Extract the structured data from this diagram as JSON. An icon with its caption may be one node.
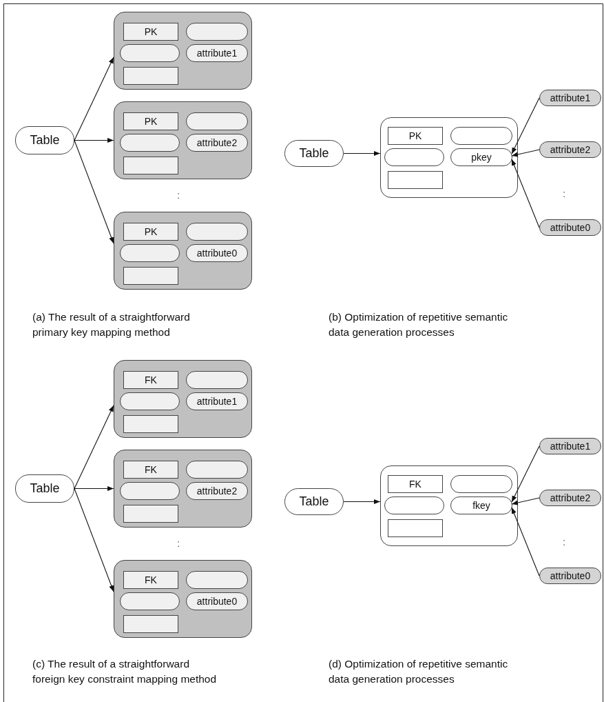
{
  "diagram": {
    "nodes": [
      {
        "text": [
          "Table"
        ]
      },
      {
        "text": [],
        "shape": "box"
      },
      {
        "text": [
          "PK"
        ],
        "in": 1
      },
      {
        "text": [],
        "shape": "pill",
        "in": 1
      },
      {
        "text": [],
        "shape": "pill",
        "in": 1
      },
      {
        "text": [
          "attribute1"
        ],
        "in": 1
      },
      {
        "text": [],
        "shape": "box",
        "in": 1
      },
      {
        "text": [],
        "shape": "box"
      },
      {
        "text": [
          "PK"
        ],
        "in": 7
      },
      {
        "text": [],
        "shape": "pill",
        "in": 7
      },
      {
        "text": [],
        "shape": "pill",
        "in": 7
      },
      {
        "text": [
          "attribute2"
        ],
        "in": 7
      },
      {
        "text": [],
        "shape": "box",
        "in": 7
      },
      {
        "text": [],
        "shape": "box"
      },
      {
        "text": [
          "PK"
        ],
        "in": 13
      },
      {
        "text": [],
        "shape": "pill",
        "in": 13
      },
      {
        "text": [],
        "shape": "pill",
        "in": 13
      },
      {
        "text": [
          "attribute0"
        ],
        "in": 13
      },
      {
        "text": [],
        "shape": "box",
        "in": 13
      },
      {
        "text": [
          "Table"
        ]
      },
      {
        "text": [],
        "shape": "box"
      },
      {
        "text": [
          "PK"
        ],
        "in": 20
      },
      {
        "text": [],
        "shape": "pill",
        "in": 20
      },
      {
        "text": [],
        "shape": "pill",
        "in": 20
      },
      {
        "text": [
          "pkey"
        ],
        "in": 20
      },
      {
        "text": [],
        "shape": "box",
        "in": 20
      },
      {
        "text": [
          "attribute1"
        ]
      },
      {
        "text": [
          "attribute2"
        ]
      },
      {
        "text": [
          "attribute0"
        ]
      },
      {
        "text": [
          "Table"
        ]
      },
      {
        "text": [],
        "shape": "box"
      },
      {
        "text": [
          "FK"
        ],
        "in": 30
      },
      {
        "text": [],
        "shape": "pill",
        "in": 30
      },
      {
        "text": [],
        "shape": "pill",
        "in": 30
      },
      {
        "text": [
          "attribute1"
        ],
        "in": 30
      },
      {
        "text": [],
        "shape": "box",
        "in": 30
      },
      {
        "text": [],
        "shape": "box"
      },
      {
        "text": [
          "FK"
        ],
        "in": 36
      },
      {
        "text": [],
        "shape": "pill",
        "in": 36
      },
      {
        "text": [],
        "shape": "pill",
        "in": 36
      },
      {
        "text": [
          "attribute2"
        ],
        "in": 36
      },
      {
        "text": [],
        "shape": "box",
        "in": 36
      },
      {
        "text": [],
        "shape": "box"
      },
      {
        "text": [
          "FK"
        ],
        "in": 42
      },
      {
        "text": [],
        "shape": "pill",
        "in": 42
      },
      {
        "text": [],
        "shape": "pill",
        "in": 42
      },
      {
        "text": [
          "attribute0"
        ],
        "in": 42
      },
      {
        "text": [],
        "shape": "box",
        "in": 42
      },
      {
        "text": [
          "Table"
        ]
      },
      {
        "text": [],
        "shape": "box"
      },
      {
        "text": [
          "FK"
        ],
        "in": 49
      },
      {
        "text": [],
        "shape": "pill",
        "in": 49
      },
      {
        "text": [],
        "shape": "pill",
        "in": 49
      },
      {
        "text": [
          "fkey"
        ],
        "in": 49
      },
      {
        "text": [],
        "shape": "box",
        "in": 49
      },
      {
        "text": [
          "attribute1"
        ]
      },
      {
        "text": [
          "attribute2"
        ]
      },
      {
        "text": [
          "attribute0"
        ]
      }
    ],
    "edges": [
      {
        "from": 0,
        "to": 1,
        "arrow": "to"
      },
      {
        "from": 0,
        "to": 7,
        "arrow": "to"
      },
      {
        "from": 0,
        "to": 13,
        "arrow": "to"
      },
      {
        "from": 19,
        "to": 20,
        "arrow": "to"
      },
      {
        "from": 26,
        "to": 24,
        "arrow": "to"
      },
      {
        "from": 27,
        "to": 24,
        "arrow": "to"
      },
      {
        "from": 28,
        "to": 24,
        "arrow": "to"
      },
      {
        "from": 29,
        "to": 30,
        "arrow": "to"
      },
      {
        "from": 29,
        "to": 36,
        "arrow": "to"
      },
      {
        "from": 29,
        "to": 42,
        "arrow": "to"
      },
      {
        "from": 48,
        "to": 49,
        "arrow": "to"
      },
      {
        "from": 55,
        "to": 53,
        "arrow": "to"
      },
      {
        "from": 56,
        "to": 53,
        "arrow": "to"
      },
      {
        "from": 57,
        "to": 53,
        "arrow": "to"
      }
    ],
    "labels": [
      ":",
      ":",
      "(a) The result of a straightforward primary key mapping method",
      "(b) Optimization of repetitive semantic data generation processes",
      ":",
      ":",
      "(c) The result of a straightforward foreign key constraint mapping method",
      "(d) Optimization of repetitive semantic data generation processes"
    ]
  }
}
